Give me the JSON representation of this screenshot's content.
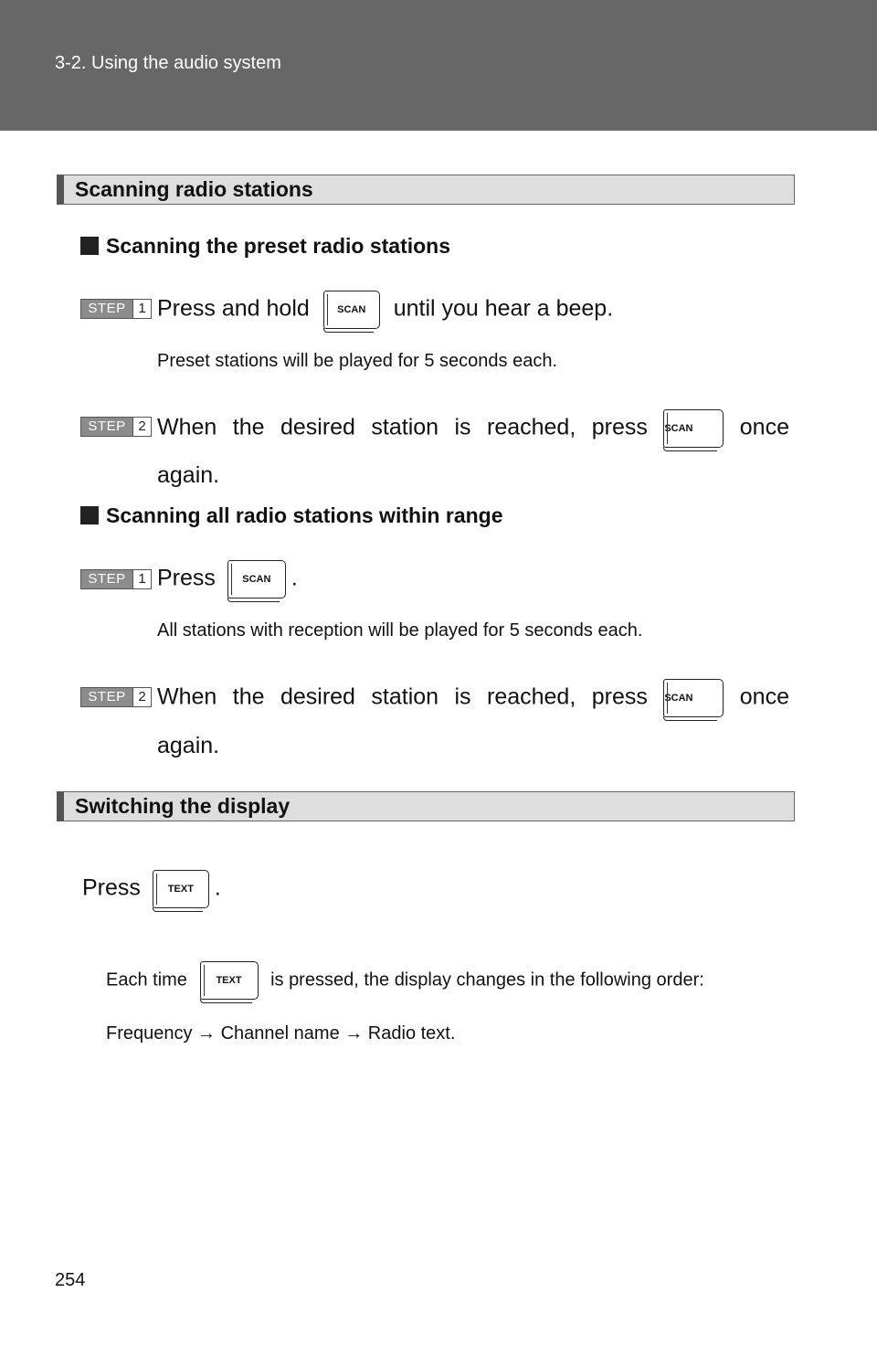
{
  "header": {
    "title": "3-2. Using the audio system"
  },
  "page_number": "254",
  "icons": {
    "scan_key": "SCAN",
    "text_key": "TEXT"
  },
  "sections": {
    "scanning": {
      "title": "Scanning radio stations",
      "preset": {
        "heading": "Scanning the preset radio stations",
        "step1_before": "Press and hold",
        "step1_after": "until you hear a beep.",
        "step1_note": "Preset stations will be played for 5 seconds each.",
        "step2_before": "When the desired station is reached, press",
        "step2_after": "once",
        "step2_cont": "again."
      },
      "all": {
        "heading": "Scanning all radio stations within range",
        "step1_before": "Press",
        "step1_after": ".",
        "step1_note": "All stations with reception will be played for 5 seconds each.",
        "step2_before": "When the desired station is reached, press",
        "step2_after": "once",
        "step2_cont": "again."
      }
    },
    "display": {
      "title": "Switching the display",
      "press_before": "Press",
      "press_after": ".",
      "note_before": "Each time",
      "note_after": "is pressed, the display changes in the following order:",
      "order_line": "Frequency → Channel name → Radio text."
    }
  },
  "step_labels": {
    "step": "STEP",
    "one": "1",
    "two": "2"
  }
}
